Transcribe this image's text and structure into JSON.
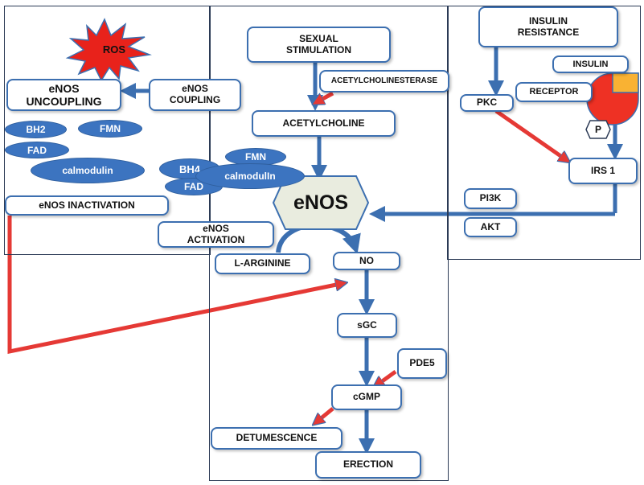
{
  "colors": {
    "blue_arrow": "#3c6fb0",
    "red_arrow": "#e53935",
    "ellipse_fill": "#3c74c0",
    "ros_fill": "#e8221b",
    "receptor_red": "#ee3124",
    "receptor_orange": "#f9b233",
    "enos_hexagon": "#e9ecdf"
  },
  "icons": {
    "ros_burst": "ros-burst-icon",
    "receptor": "receptor-icon",
    "phosphate": "phosphate-icon"
  },
  "labels": {
    "ros": "ROS",
    "enos_uncoupling": "eNOS UNCOUPLING",
    "enos_coupling": "eNOS COUPLING",
    "bh2": "BH2",
    "fmn_left": "FMN",
    "fad_left": "FAD",
    "calmodulin_left": "calmodulin",
    "bh4": "BH4",
    "fmn_center": "FMN",
    "fad_center": "FAD",
    "calmodulin_center": "calmodulIn",
    "enos_inactivation": "eNOS INACTIVATION",
    "sexual_stimulation": "SEXUAL STIMULATION",
    "acetylcholinesterase": "ACETYLCHOLINESTERASE",
    "acetylcholine": "ACETYLCHOLINE",
    "enos": "eNOS",
    "enos_activation": "eNOS ACTIVATION",
    "l_arginine": "L-ARGININE",
    "no": "NO",
    "sgc": "sGC",
    "pde5": "PDE5",
    "cgmp": "cGMP",
    "detumescence": "DETUMESCENCE",
    "erection": "ERECTION",
    "insulin_resistance": "INSULIN RESISTANCE",
    "insulin": "INSULIN",
    "receptor": "RECEPTOR",
    "pkc": "PKC",
    "p": "P",
    "irs1": "IRS 1",
    "pi3k": "PI3K",
    "akt": "AKT"
  }
}
